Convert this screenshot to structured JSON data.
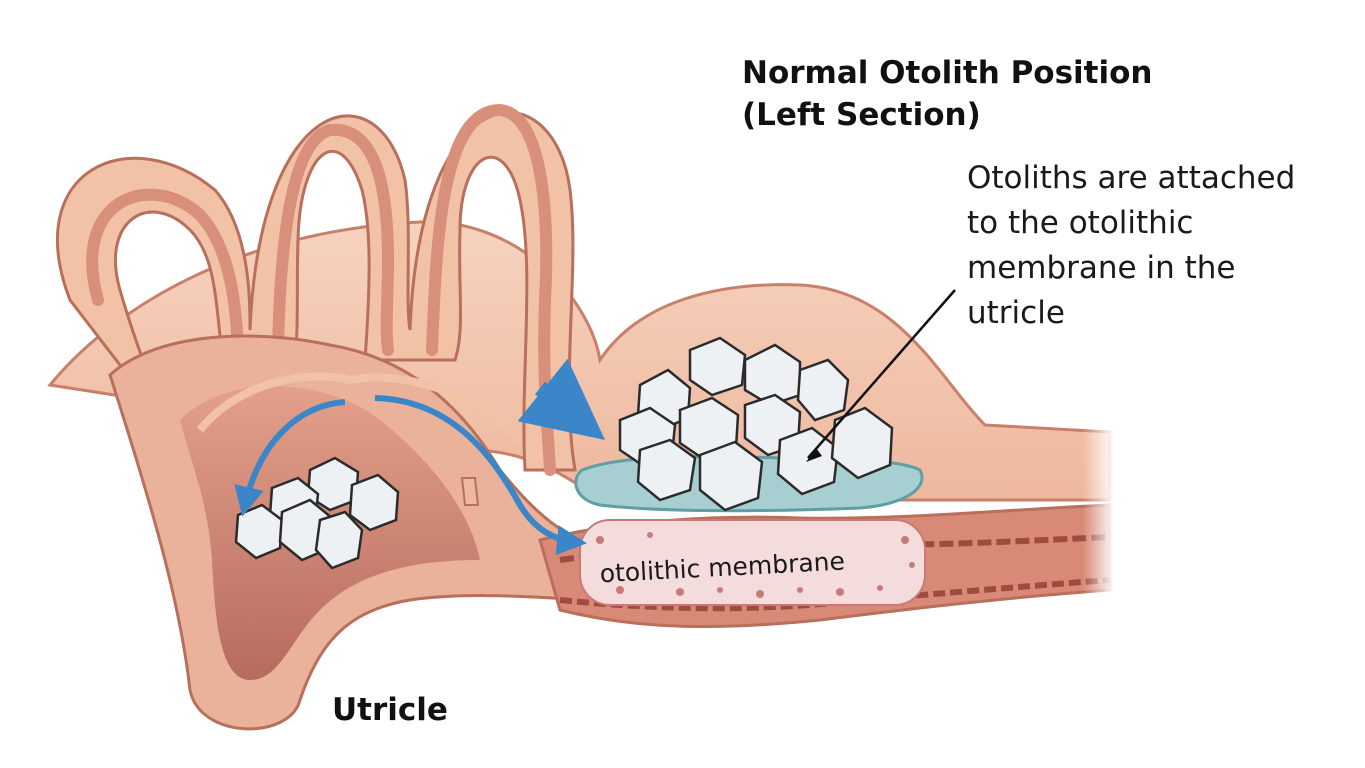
{
  "title": {
    "line1": "Normal Otolith Position",
    "line2": "(Left Section)"
  },
  "annotation": {
    "lines": [
      "Otoliths are attached",
      "to the otolithic",
      "membrane in the",
      "utricle"
    ]
  },
  "labels": {
    "utricle": "Utricle",
    "membrane": "otolithic membrane"
  },
  "colors": {
    "tissue": "#f2c2a6",
    "tissue_dark": "#c9806a",
    "canal_inner": "#d9907a",
    "cavity": "#c57a6c",
    "membrane": "#a7cfd2",
    "arrow": "#3a86c8",
    "crystal": "#eef1f4"
  }
}
